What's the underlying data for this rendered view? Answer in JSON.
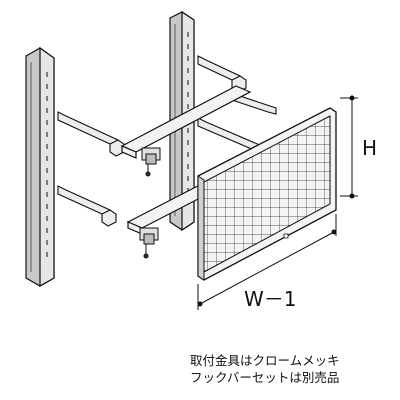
{
  "dimensions": {
    "height_label": "H",
    "width_label": "W－1"
  },
  "caption": {
    "line1": "取付金具はクロームメッキ",
    "line2": "フックバーセットは別売品"
  }
}
